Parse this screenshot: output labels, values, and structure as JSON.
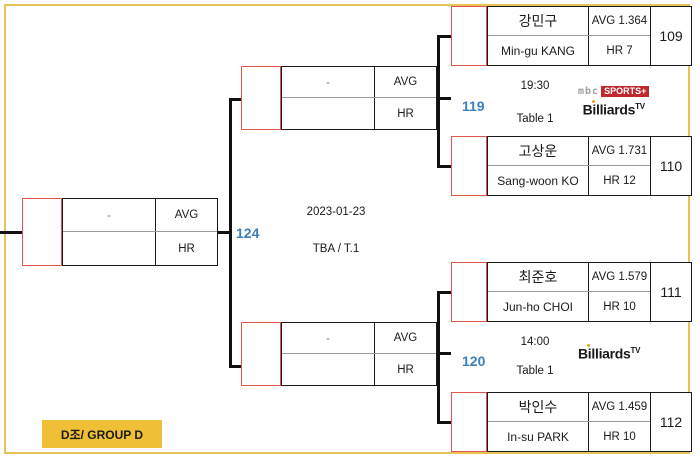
{
  "tournament": {
    "group_label": "D조/ GROUP D",
    "frame_color": "#e8c252",
    "match_number_color": "#3d7ebd",
    "seed_border_color": "#e2564a"
  },
  "final": {
    "match_number": "124",
    "date": "2023-01-23",
    "table": "TBA / T.1",
    "player_placeholder": "-",
    "avg_label": "AVG",
    "hr_label": "HR"
  },
  "semifinals": [
    {
      "id": "semifinal-top",
      "player_placeholder": "-",
      "avg_label": "AVG",
      "hr_label": "HR"
    },
    {
      "id": "semifinal-bottom",
      "player_placeholder": "-",
      "avg_label": "AVG",
      "hr_label": "HR"
    }
  ],
  "quarterfinals": [
    {
      "match_number": "119",
      "time": "19:30",
      "table": "Table 1",
      "broadcasters": [
        "mbc-sports-plus-logo",
        "billiards-tv-logo"
      ],
      "players": [
        {
          "number": "109",
          "name_kr": "강민구",
          "name_en": "Min-gu KANG",
          "avg": "AVG 1.364",
          "hr": "HR 7"
        },
        {
          "number": "110",
          "name_kr": "고상운",
          "name_en": "Sang-woon KO",
          "avg": "AVG 1.731",
          "hr": "HR 12"
        }
      ]
    },
    {
      "match_number": "120",
      "time": "14:00",
      "table": "Table 1",
      "broadcasters": [
        "billiards-tv-logo"
      ],
      "players": [
        {
          "number": "111",
          "name_kr": "최준호",
          "name_en": "Jun-ho CHOI",
          "avg": "AVG 1.579",
          "hr": "HR 10"
        },
        {
          "number": "112",
          "name_kr": "박인수",
          "name_en": "In-su PARK",
          "avg": "AVG 1.459",
          "hr": "HR 10"
        }
      ]
    }
  ],
  "logos": {
    "mbc_letters": "mbc",
    "mbc_sports": "SPORTS+",
    "billiards": "Billiards",
    "billiards_sup": "TV"
  }
}
